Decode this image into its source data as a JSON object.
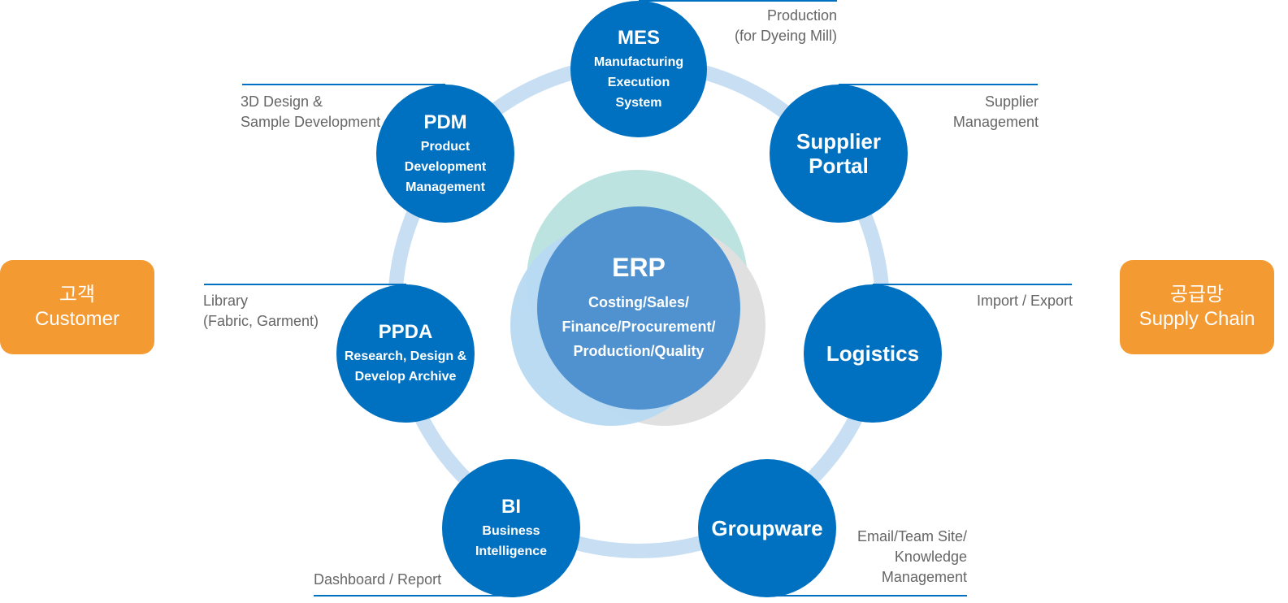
{
  "colors": {
    "node_blue": "#0070c0",
    "ring": "#c8def3",
    "erp_center": "#4f92cf",
    "erp_teal": "#bde3e0",
    "erp_light_blue": "#b7d9f2",
    "erp_gray": "#e0e0e0",
    "side_orange": "#f39a32",
    "label_gray": "#666666"
  },
  "erp": {
    "title": "ERP",
    "lines": [
      "Costing/Sales/",
      "Finance/Procurement/",
      "Production/Quality"
    ]
  },
  "nodes": {
    "mes": {
      "title": "MES",
      "lines": [
        "Manufacturing",
        "Execution",
        "System"
      ]
    },
    "pdm": {
      "title": "PDM",
      "lines": [
        "Product",
        "Development",
        "Management"
      ]
    },
    "supplier_portal": {
      "title_lines": [
        "Supplier",
        "Portal"
      ]
    },
    "ppda": {
      "title": "PPDA",
      "lines": [
        "Research, Design &",
        "Develop Archive"
      ]
    },
    "logistics": {
      "title": "Logistics"
    },
    "bi": {
      "title": "BI",
      "lines": [
        "Business",
        "Intelligence"
      ]
    },
    "groupware": {
      "title": "Groupware"
    }
  },
  "labels": {
    "mes": [
      "Production",
      "(for Dyeing Mill)"
    ],
    "pdm": [
      "3D Design &",
      "Sample Development"
    ],
    "supplier": [
      "Supplier",
      "Management"
    ],
    "ppda": [
      "Library",
      "(Fabric, Garment)"
    ],
    "logistics": [
      "Import / Export"
    ],
    "bi": [
      "Dashboard / Report"
    ],
    "groupware": [
      "Email/Team Site/",
      "Knowledge",
      "Management"
    ]
  },
  "sides": {
    "customer": [
      "고객",
      "Customer"
    ],
    "supply_chain": [
      "공급망",
      "Supply Chain"
    ]
  }
}
